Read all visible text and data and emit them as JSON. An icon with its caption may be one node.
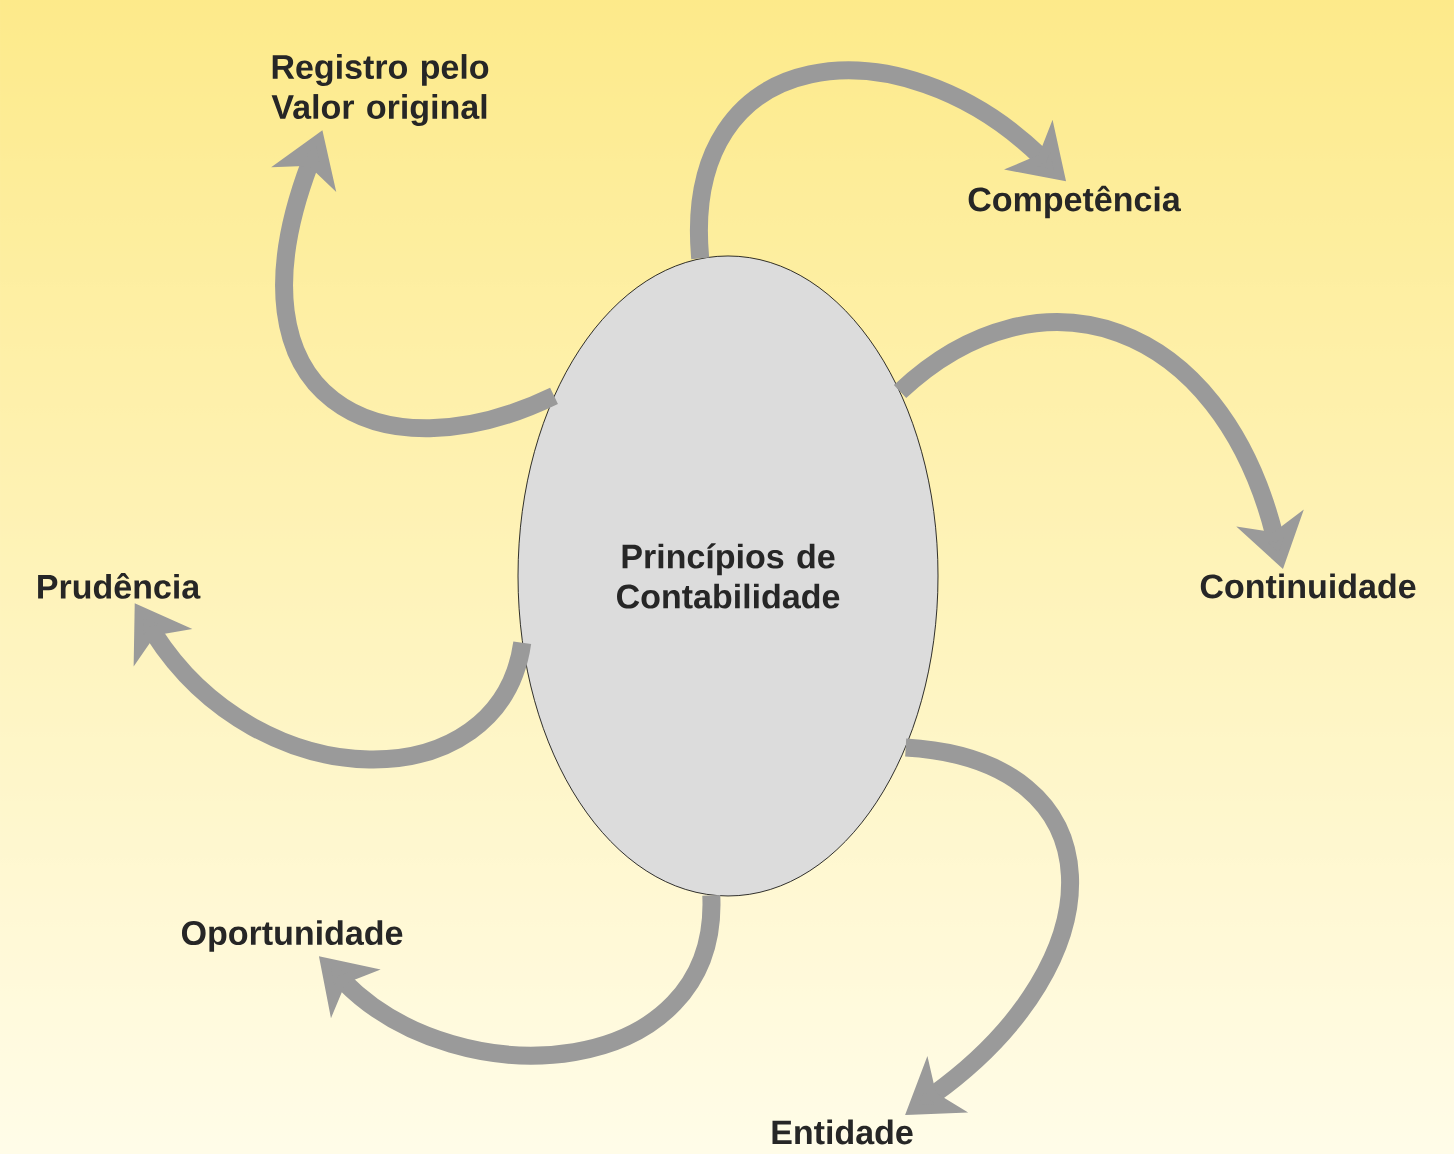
{
  "diagram": {
    "nodes": [
      {
        "text": [
          "Princípios de Contabilidade"
        ]
      },
      {
        "text": [
          "Registro pelo Valor original"
        ]
      },
      {
        "text": [
          "Competência"
        ]
      },
      {
        "text": [
          "Continuidade"
        ]
      },
      {
        "text": [
          "Prudência"
        ]
      },
      {
        "text": [
          "Oportunidade"
        ]
      },
      {
        "text": [
          "Entidade"
        ]
      }
    ],
    "edges": [
      {
        "from": 0,
        "to": 1,
        "arrow": "to"
      },
      {
        "from": 0,
        "to": 2,
        "arrow": "to"
      },
      {
        "from": 0,
        "to": 3,
        "arrow": "to"
      },
      {
        "from": 0,
        "to": 4,
        "arrow": "to"
      },
      {
        "from": 0,
        "to": 5,
        "arrow": "to"
      },
      {
        "from": 0,
        "to": 6,
        "arrow": "to"
      }
    ]
  }
}
